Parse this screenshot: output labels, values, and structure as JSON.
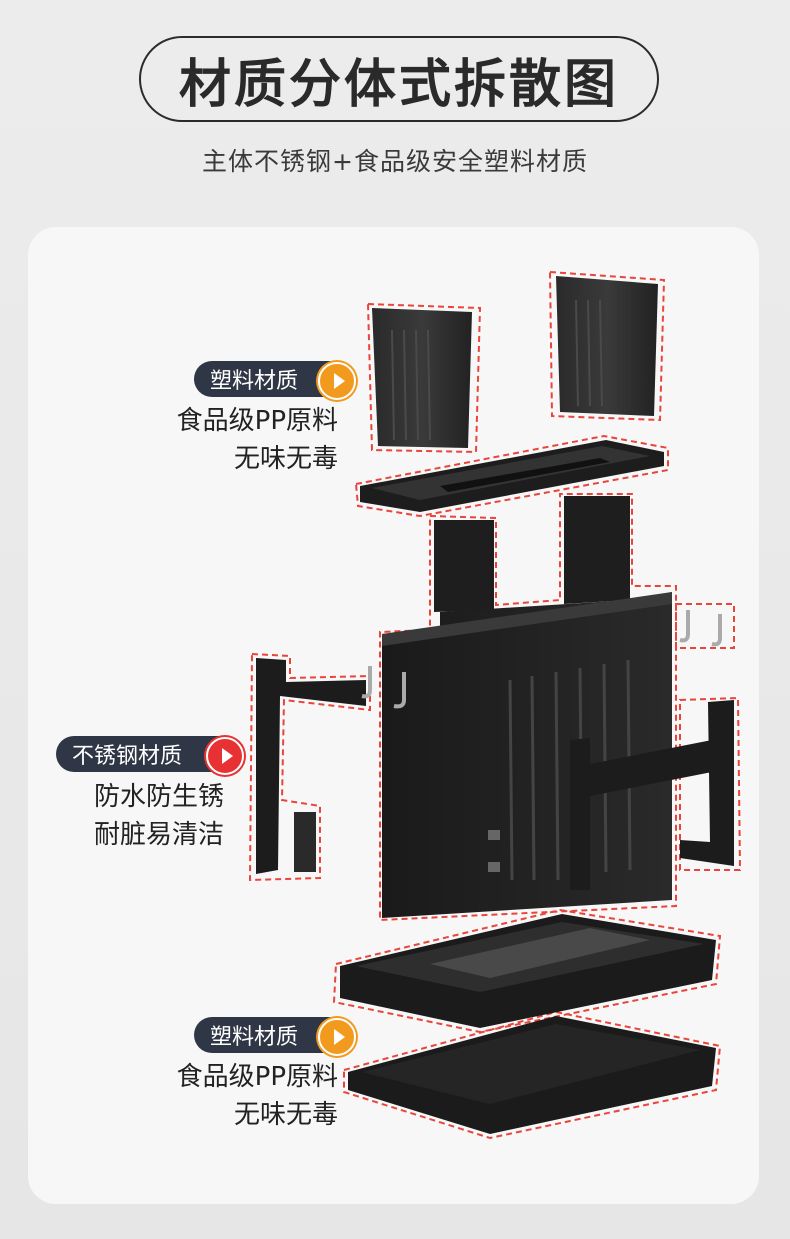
{
  "header": {
    "title": "材质分体式拆散图",
    "subtitle": "主体不锈钢+食品级安全塑料材质"
  },
  "labels": [
    {
      "tag": "塑料材质",
      "line1": "食品级PP原料",
      "line2": "无味无毒",
      "accent": "#f29a1e",
      "icon": "play-arrow-icon"
    },
    {
      "tag": "不锈钢材质",
      "line1": "防水防生锈",
      "line2": "耐脏易清洁",
      "accent": "#e83132",
      "icon": "play-arrow-icon"
    },
    {
      "tag": "塑料材质",
      "line1": "食品级PP原料",
      "line2": "无味无毒",
      "accent": "#f29a1e",
      "icon": "play-arrow-icon"
    }
  ],
  "colors": {
    "dashed_outline": "#e8453c",
    "product": "#1c1c1c",
    "tag_bg": "#2f3645"
  }
}
